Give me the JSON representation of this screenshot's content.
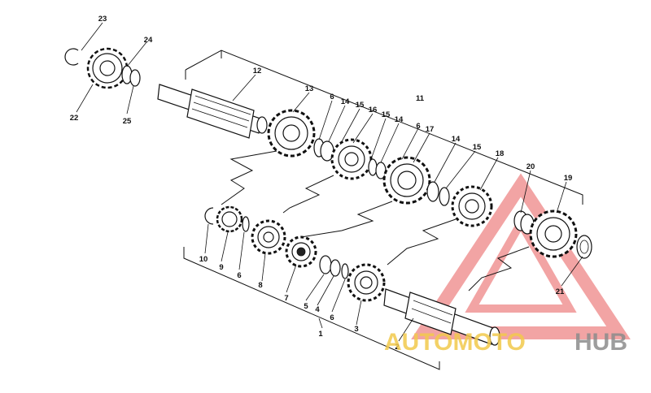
{
  "diagram": {
    "labels": {
      "l1": "1",
      "l2": "2",
      "l3": "3",
      "l4": "4",
      "l5": "5",
      "l6a": "6",
      "l6b": "6",
      "l6c": "6",
      "l6d": "6",
      "l7": "7",
      "l8": "8",
      "l9": "9",
      "l10": "10",
      "l11": "11",
      "l12": "12",
      "l13": "13",
      "l14a": "14",
      "l14b": "14",
      "l14c": "14",
      "l15a": "15",
      "l15b": "15",
      "l15c": "15",
      "l16": "16",
      "l17": "17",
      "l18": "18",
      "l19": "19",
      "l20": "20",
      "l21": "21",
      "l22": "22",
      "l23": "23",
      "l24": "24",
      "l25": "25"
    }
  },
  "watermark": {
    "part1": "AUTOMOTO",
    "part2": "HUB",
    "color1": "#f2c94c",
    "color2": "#8c8c8c",
    "logo_color": "#e85a5a"
  }
}
